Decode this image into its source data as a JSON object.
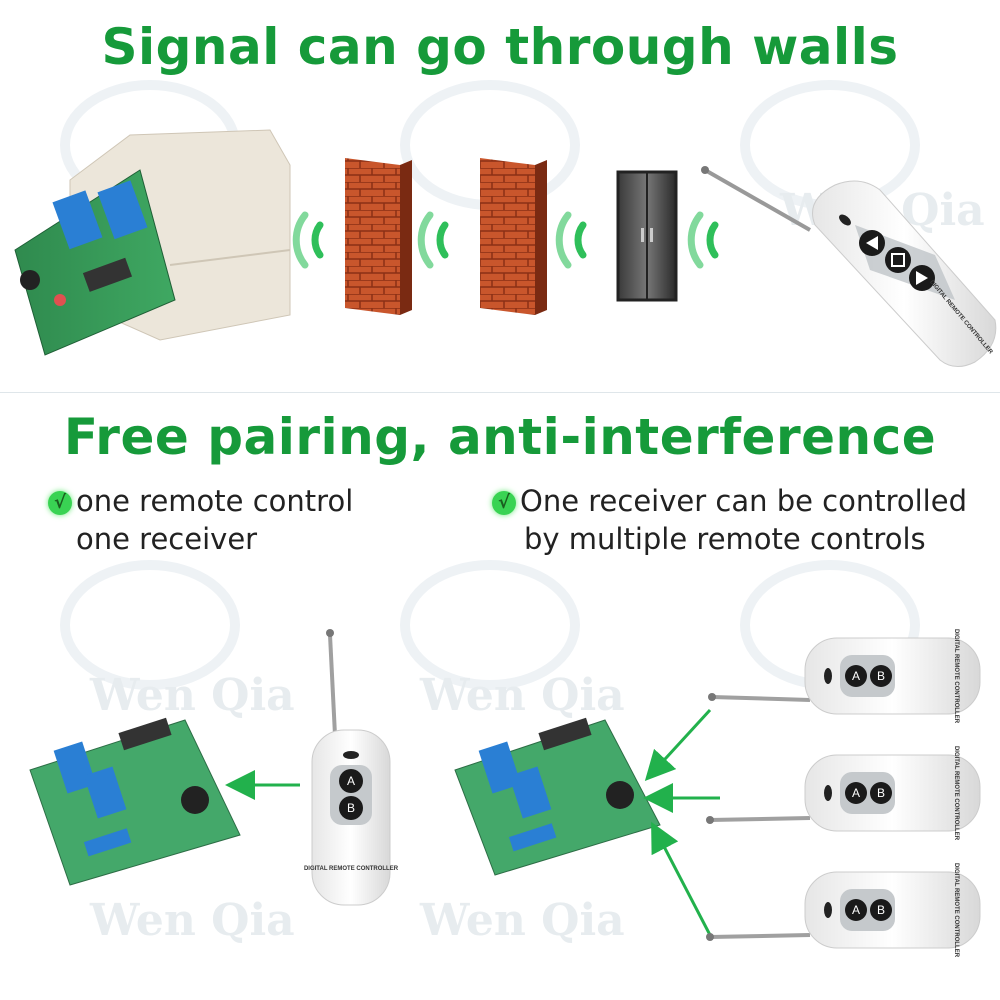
{
  "headline_top": "Signal can go through walls",
  "headline_bottom": "Free pairing, anti-interference",
  "feature_left": {
    "check": "√",
    "line1": "one remote control",
    "line2": "one receiver"
  },
  "feature_right": {
    "check": "√",
    "line1": "One receiver can be controlled",
    "line2": "by multiple remote controls"
  },
  "watermark": "Wen Qia",
  "remote_label": "DIGITAL REMOTE CONTROLLER",
  "button_a": "A",
  "button_b": "B",
  "colors": {
    "headline_green": "#169a3a",
    "arrow_green": "#22b14c",
    "brick": "#c4502a",
    "signal_green": "#2fbf5a"
  },
  "icons": [
    "signal-wave-icon",
    "brick-wall-icon",
    "door-icon",
    "check-icon",
    "arrow-icon",
    "up-arrow-icon",
    "stop-square-icon",
    "down-arrow-icon"
  ]
}
